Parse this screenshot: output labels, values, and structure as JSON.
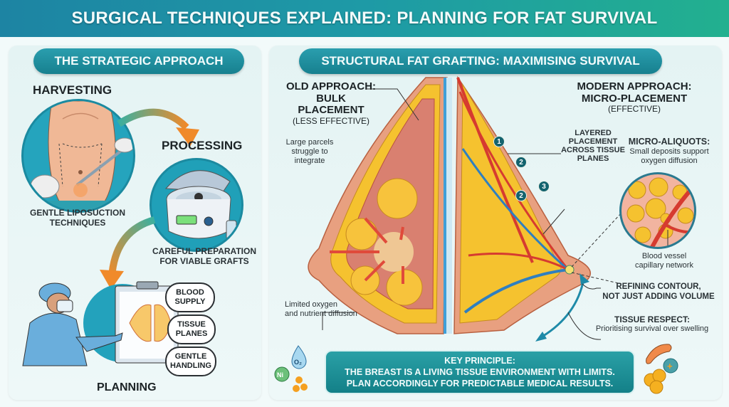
{
  "header": {
    "title": "SURGICAL TECHNIQUES EXPLAINED: PLANNING FOR FAT SURVIVAL"
  },
  "left_panel": {
    "title": "THE STRATEGIC APPROACH",
    "steps": [
      {
        "heading": "HARVESTING",
        "caption_line1": "GENTLE LIPOSUCTION",
        "caption_line2": "TECHNIQUES",
        "icon": "abdomen-liposuction-icon"
      },
      {
        "heading": "PROCESSING",
        "caption_line1": "CAREFUL PREPARATION",
        "caption_line2": "FOR VIABLE GRAFTS",
        "icon": "centrifuge-icon"
      },
      {
        "heading": "PLANNING",
        "icon": "surgeon-clipboard-icon"
      }
    ],
    "planning_bubbles": [
      {
        "line1": "BLOOD",
        "line2": "SUPPLY"
      },
      {
        "line1": "TISSUE",
        "line2": "PLANES"
      },
      {
        "line1": "GENTLE",
        "line2": "HANDLING"
      }
    ]
  },
  "right_panel": {
    "title": "STRUCTURAL FAT GRAFTING: MAXIMISING SURVIVAL",
    "old_approach": {
      "line1": "OLD APPROACH:",
      "line2": "BULK PLACEMENT",
      "line3": "(LESS EFFECTIVE)",
      "note_top_1": "Large parcels",
      "note_top_2": "struggle to",
      "note_top_3": "integrate",
      "note_bottom_1": "Limited oxygen",
      "note_bottom_2": "and nutrient diffusion"
    },
    "modern_approach": {
      "line1": "MODERN APPROACH:",
      "line2": "MICRO-PLACEMENT",
      "line3": "(EFFECTIVE)",
      "layered_1": "LAYERED",
      "layered_2": "PLACEMENT",
      "layered_3": "ACROSS TISSUE",
      "layered_4": "PLANES",
      "badges": [
        "1",
        "2",
        "2",
        "3"
      ],
      "micro_title": "MICRO-ALIQUOTS:",
      "micro_desc_1": "Small deposits support",
      "micro_desc_2": "oxygen diffusion",
      "vessel_1": "Blood vessel",
      "vessel_2": "capillary network",
      "contour_1": "REFINING CONTOUR,",
      "contour_2": "NOT JUST ADDING VOLUME",
      "respect_title": "TISSUE RESPECT:",
      "respect_desc": "Prioritising survival over swelling"
    },
    "key_principle": {
      "title": "KEY PRINCIPLE:",
      "line1": "THE BREAST IS A LIVING TISSUE ENVIRONMENT WITH LIMITS.",
      "line2": "PLAN ACCORDINGLY FOR PREDICTABLE MEDICAL RESULTS."
    },
    "decor_left": {
      "oxygen": "O₂",
      "nitrogen": "Ni"
    }
  },
  "colors": {
    "banner_start": "#1d84a3",
    "banner_end": "#22b08f",
    "pill": "#17808f",
    "fat_yellow": "#f5c22f",
    "tissue_red": "#d9534a",
    "vessel_blue": "#2f7fc0",
    "arrow_orange": "#f08a2a",
    "badge_teal": "#13636e"
  }
}
